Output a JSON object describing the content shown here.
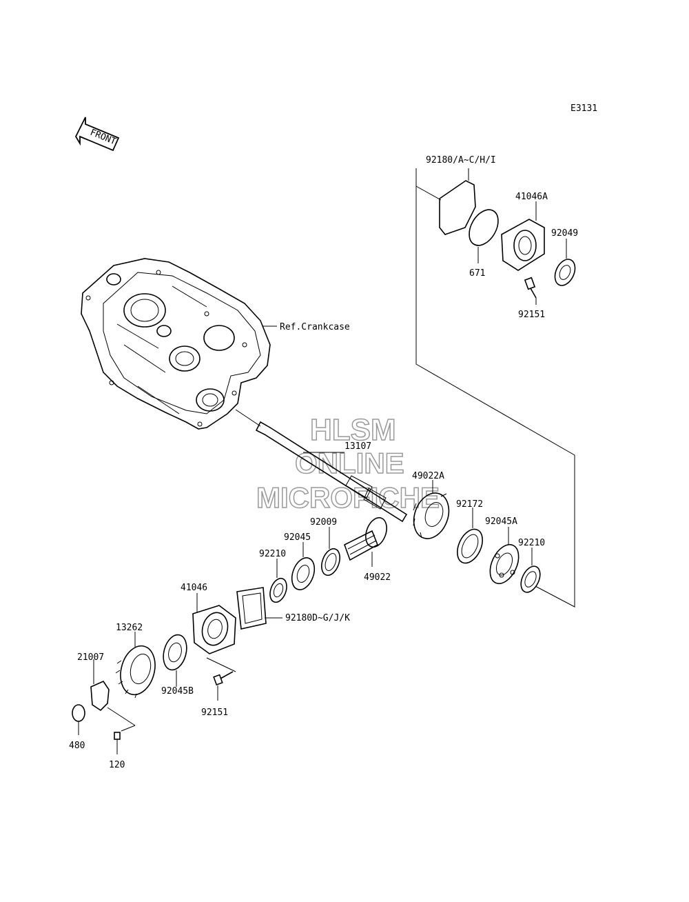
{
  "diagram_code": "E3131",
  "front_label": "FRONT",
  "watermark": {
    "line1": "HLSM",
    "line2": "ONLINE",
    "line3": "MICROFICHE"
  },
  "labels": {
    "crankcase": "Ref.Crankcase",
    "p92180_AC": "92180/A~C/H/I",
    "p41046A": "41046A",
    "p92049": "92049",
    "p671": "671",
    "p92151_top": "92151",
    "p13107": "13107",
    "p49022A": "49022A",
    "p92172": "92172",
    "p92045A": "92045A",
    "p92210_right": "92210",
    "p92009": "92009",
    "p92045": "92045",
    "p92210_mid": "92210",
    "p49022": "49022",
    "p41046": "41046",
    "p92180_DG": "92180D~G/J/K",
    "p13262": "13262",
    "p21007": "21007",
    "p92045B": "92045B",
    "p92151_bottom": "92151",
    "p480": "480",
    "p120": "120"
  }
}
